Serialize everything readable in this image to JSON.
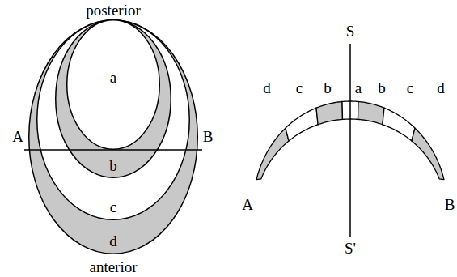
{
  "diagram": {
    "nodes": [
      {
        "text": [
          "d"
        ]
      },
      {
        "text": [
          "c"
        ],
        "in": 0
      },
      {
        "text": [
          "b"
        ],
        "in": 1
      },
      {
        "text": [
          "a"
        ],
        "in": 2
      }
    ],
    "labels": [
      "posterior",
      "S",
      "d",
      "c",
      "b",
      "a",
      "b",
      "c",
      "d",
      "A",
      "B",
      "A",
      "B",
      "S'",
      "anterior"
    ]
  }
}
